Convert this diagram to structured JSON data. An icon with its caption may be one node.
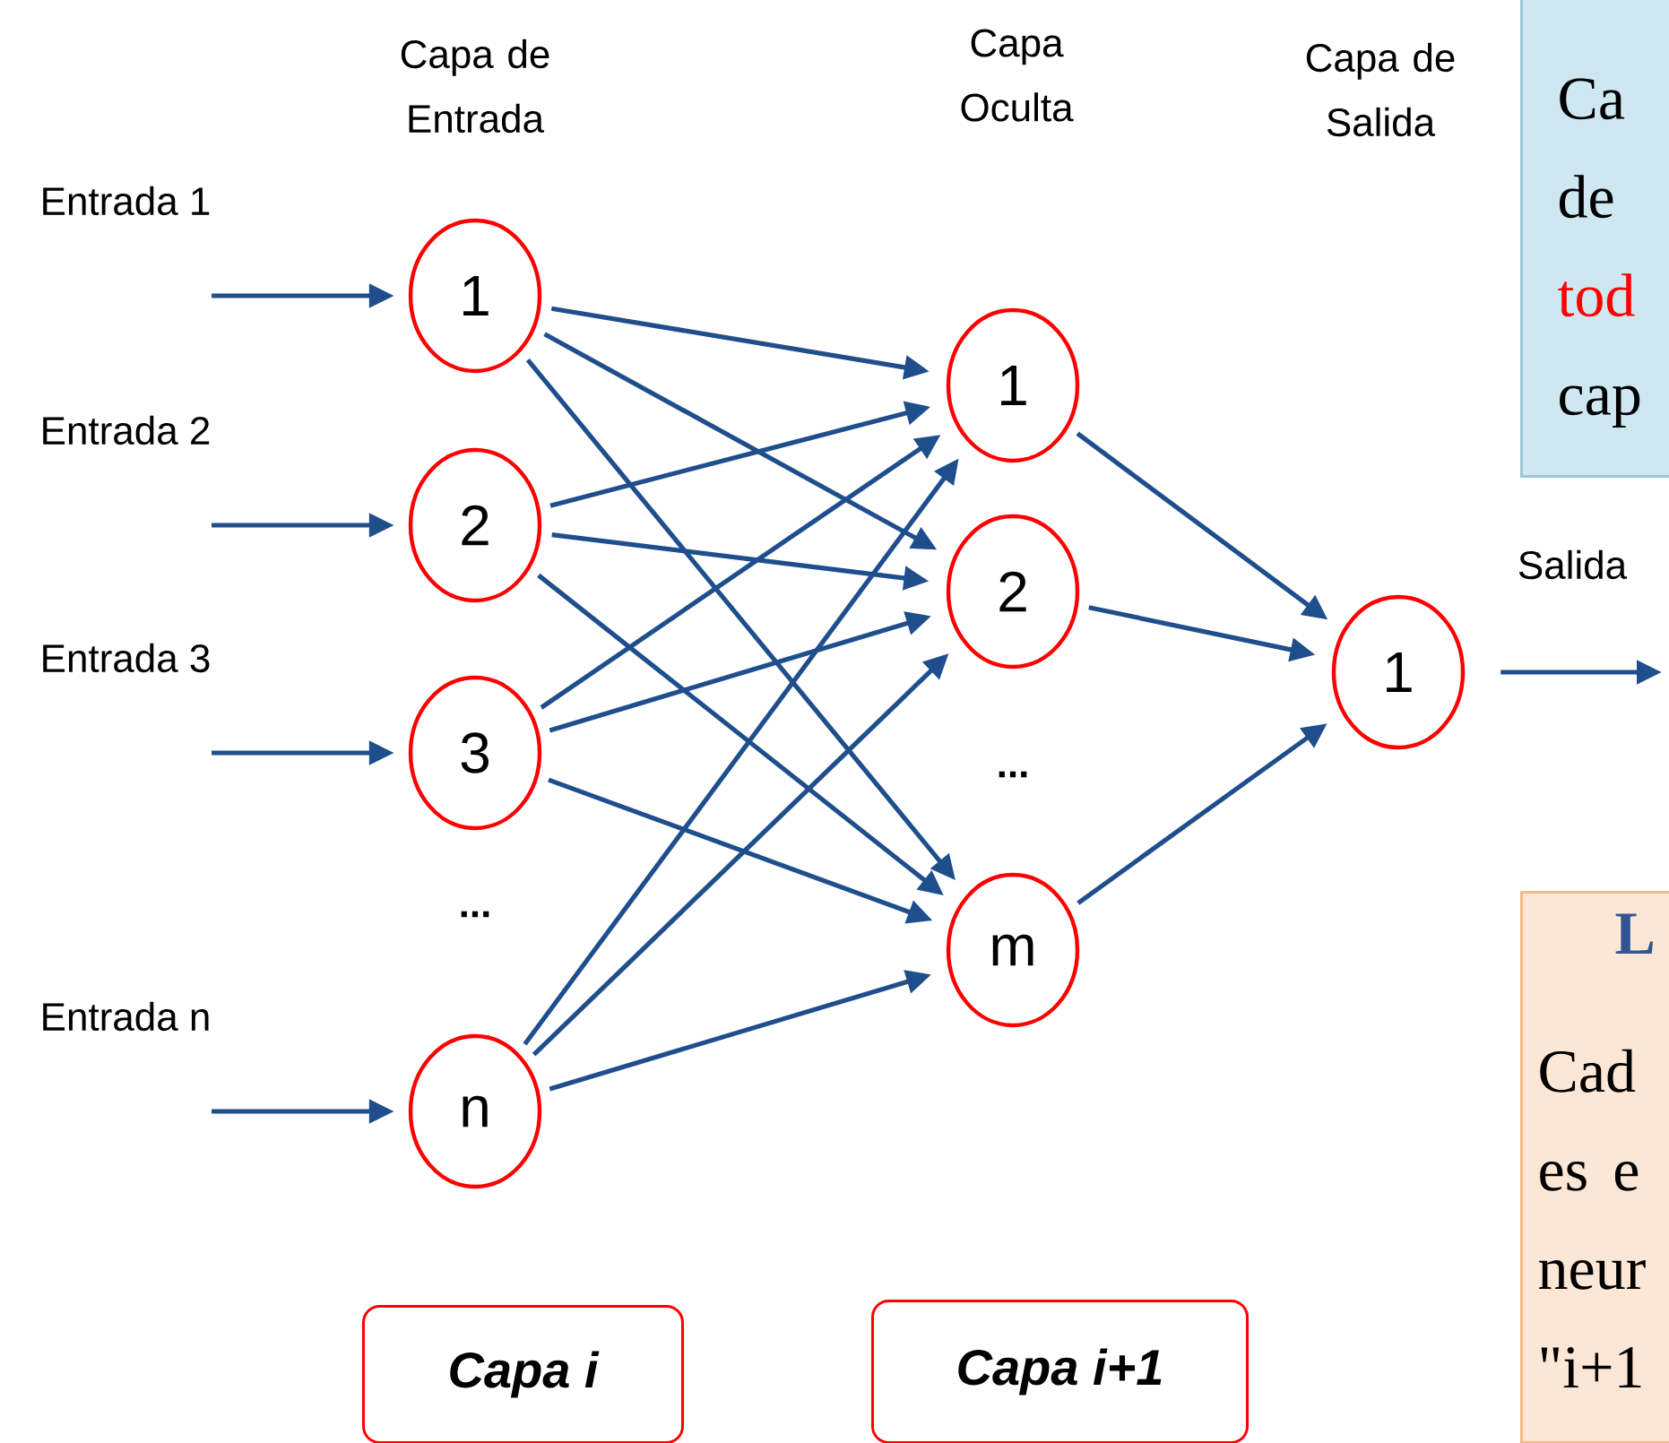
{
  "diagram": {
    "nodes": [
      {
        "text": [
          "1"
        ]
      },
      {
        "text": [
          "2"
        ]
      },
      {
        "text": [
          "3"
        ]
      },
      {
        "text": [
          "n"
        ]
      },
      {
        "text": [
          "1"
        ]
      },
      {
        "text": [
          "2"
        ]
      },
      {
        "text": [
          "m"
        ]
      },
      {
        "text": [
          "1"
        ]
      },
      {
        "text": [
          "Ca de",
          "tod",
          "cap"
        ]
      },
      {
        "text": [
          "L",
          "Cad es e neur \"i+1"
        ]
      },
      {
        "text": [
          "Capa  i"
        ]
      },
      {
        "text": [
          "Capa  i+1"
        ]
      }
    ],
    "edges": [
      {
        "from": null,
        "to": 0,
        "arrow": "to",
        "label": "Entrada 1"
      },
      {
        "from": null,
        "to": 1,
        "arrow": "to",
        "label": "Entrada 2"
      },
      {
        "from": null,
        "to": 2,
        "arrow": "to",
        "label": "Entrada 3"
      },
      {
        "from": null,
        "to": 3,
        "arrow": "to",
        "label": "Entrada n"
      },
      {
        "from": 0,
        "to": 4,
        "arrow": "to"
      },
      {
        "from": 0,
        "to": 5,
        "arrow": "to"
      },
      {
        "from": 0,
        "to": 6,
        "arrow": "to"
      },
      {
        "from": 1,
        "to": 4,
        "arrow": "to"
      },
      {
        "from": 1,
        "to": 5,
        "arrow": "to"
      },
      {
        "from": 1,
        "to": 6,
        "arrow": "to"
      },
      {
        "from": 2,
        "to": 4,
        "arrow": "to"
      },
      {
        "from": 2,
        "to": 5,
        "arrow": "to"
      },
      {
        "from": 2,
        "to": 6,
        "arrow": "to"
      },
      {
        "from": 3,
        "to": 4,
        "arrow": "to"
      },
      {
        "from": 3,
        "to": 5,
        "arrow": "to"
      },
      {
        "from": 3,
        "to": 6,
        "arrow": "to"
      },
      {
        "from": 4,
        "to": 7,
        "arrow": "to"
      },
      {
        "from": 5,
        "to": 7,
        "arrow": "to"
      },
      {
        "from": 6,
        "to": 7,
        "arrow": "to"
      },
      {
        "from": 7,
        "to": null,
        "arrow": "to",
        "label": "Salida"
      }
    ],
    "labels": [
      "Capa de Entrada",
      "Capa Oculta",
      "Capa de Salida",
      "...",
      "..."
    ]
  }
}
